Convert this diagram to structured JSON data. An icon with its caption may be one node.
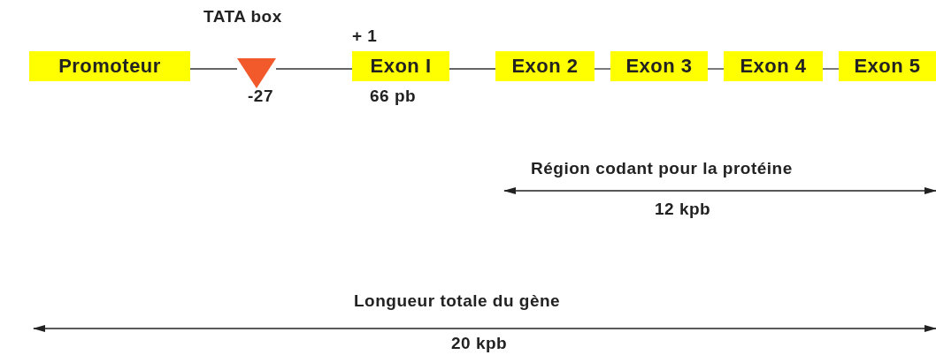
{
  "diagram": {
    "nodes": [
      {
        "text": [
          "Promoteur"
        ]
      },
      {
        "text": [],
        "shape": "triangle",
        "beside": [
          "TATA box",
          "-27"
        ]
      },
      {
        "text": [
          "Exon I"
        ],
        "beside": [
          "+ 1",
          "66 pb"
        ]
      },
      {
        "text": [
          "Exon 2"
        ]
      },
      {
        "text": [
          "Exon 3"
        ]
      },
      {
        "text": [
          "Exon 4"
        ]
      },
      {
        "text": [
          "Exon 5"
        ]
      }
    ],
    "edges": [
      {
        "from": 0,
        "to": 1,
        "arrow": "none"
      },
      {
        "from": 1,
        "to": 2,
        "arrow": "none"
      },
      {
        "from": 2,
        "to": 3,
        "arrow": "none"
      },
      {
        "from": 3,
        "to": 4,
        "arrow": "none"
      },
      {
        "from": 4,
        "to": 5,
        "arrow": "none"
      },
      {
        "from": 5,
        "to": 6,
        "arrow": "none"
      }
    ],
    "labels": [
      "Région codant pour la protéine",
      "12 kpb",
      "Longueur totale du gène",
      "20 kpb"
    ]
  }
}
